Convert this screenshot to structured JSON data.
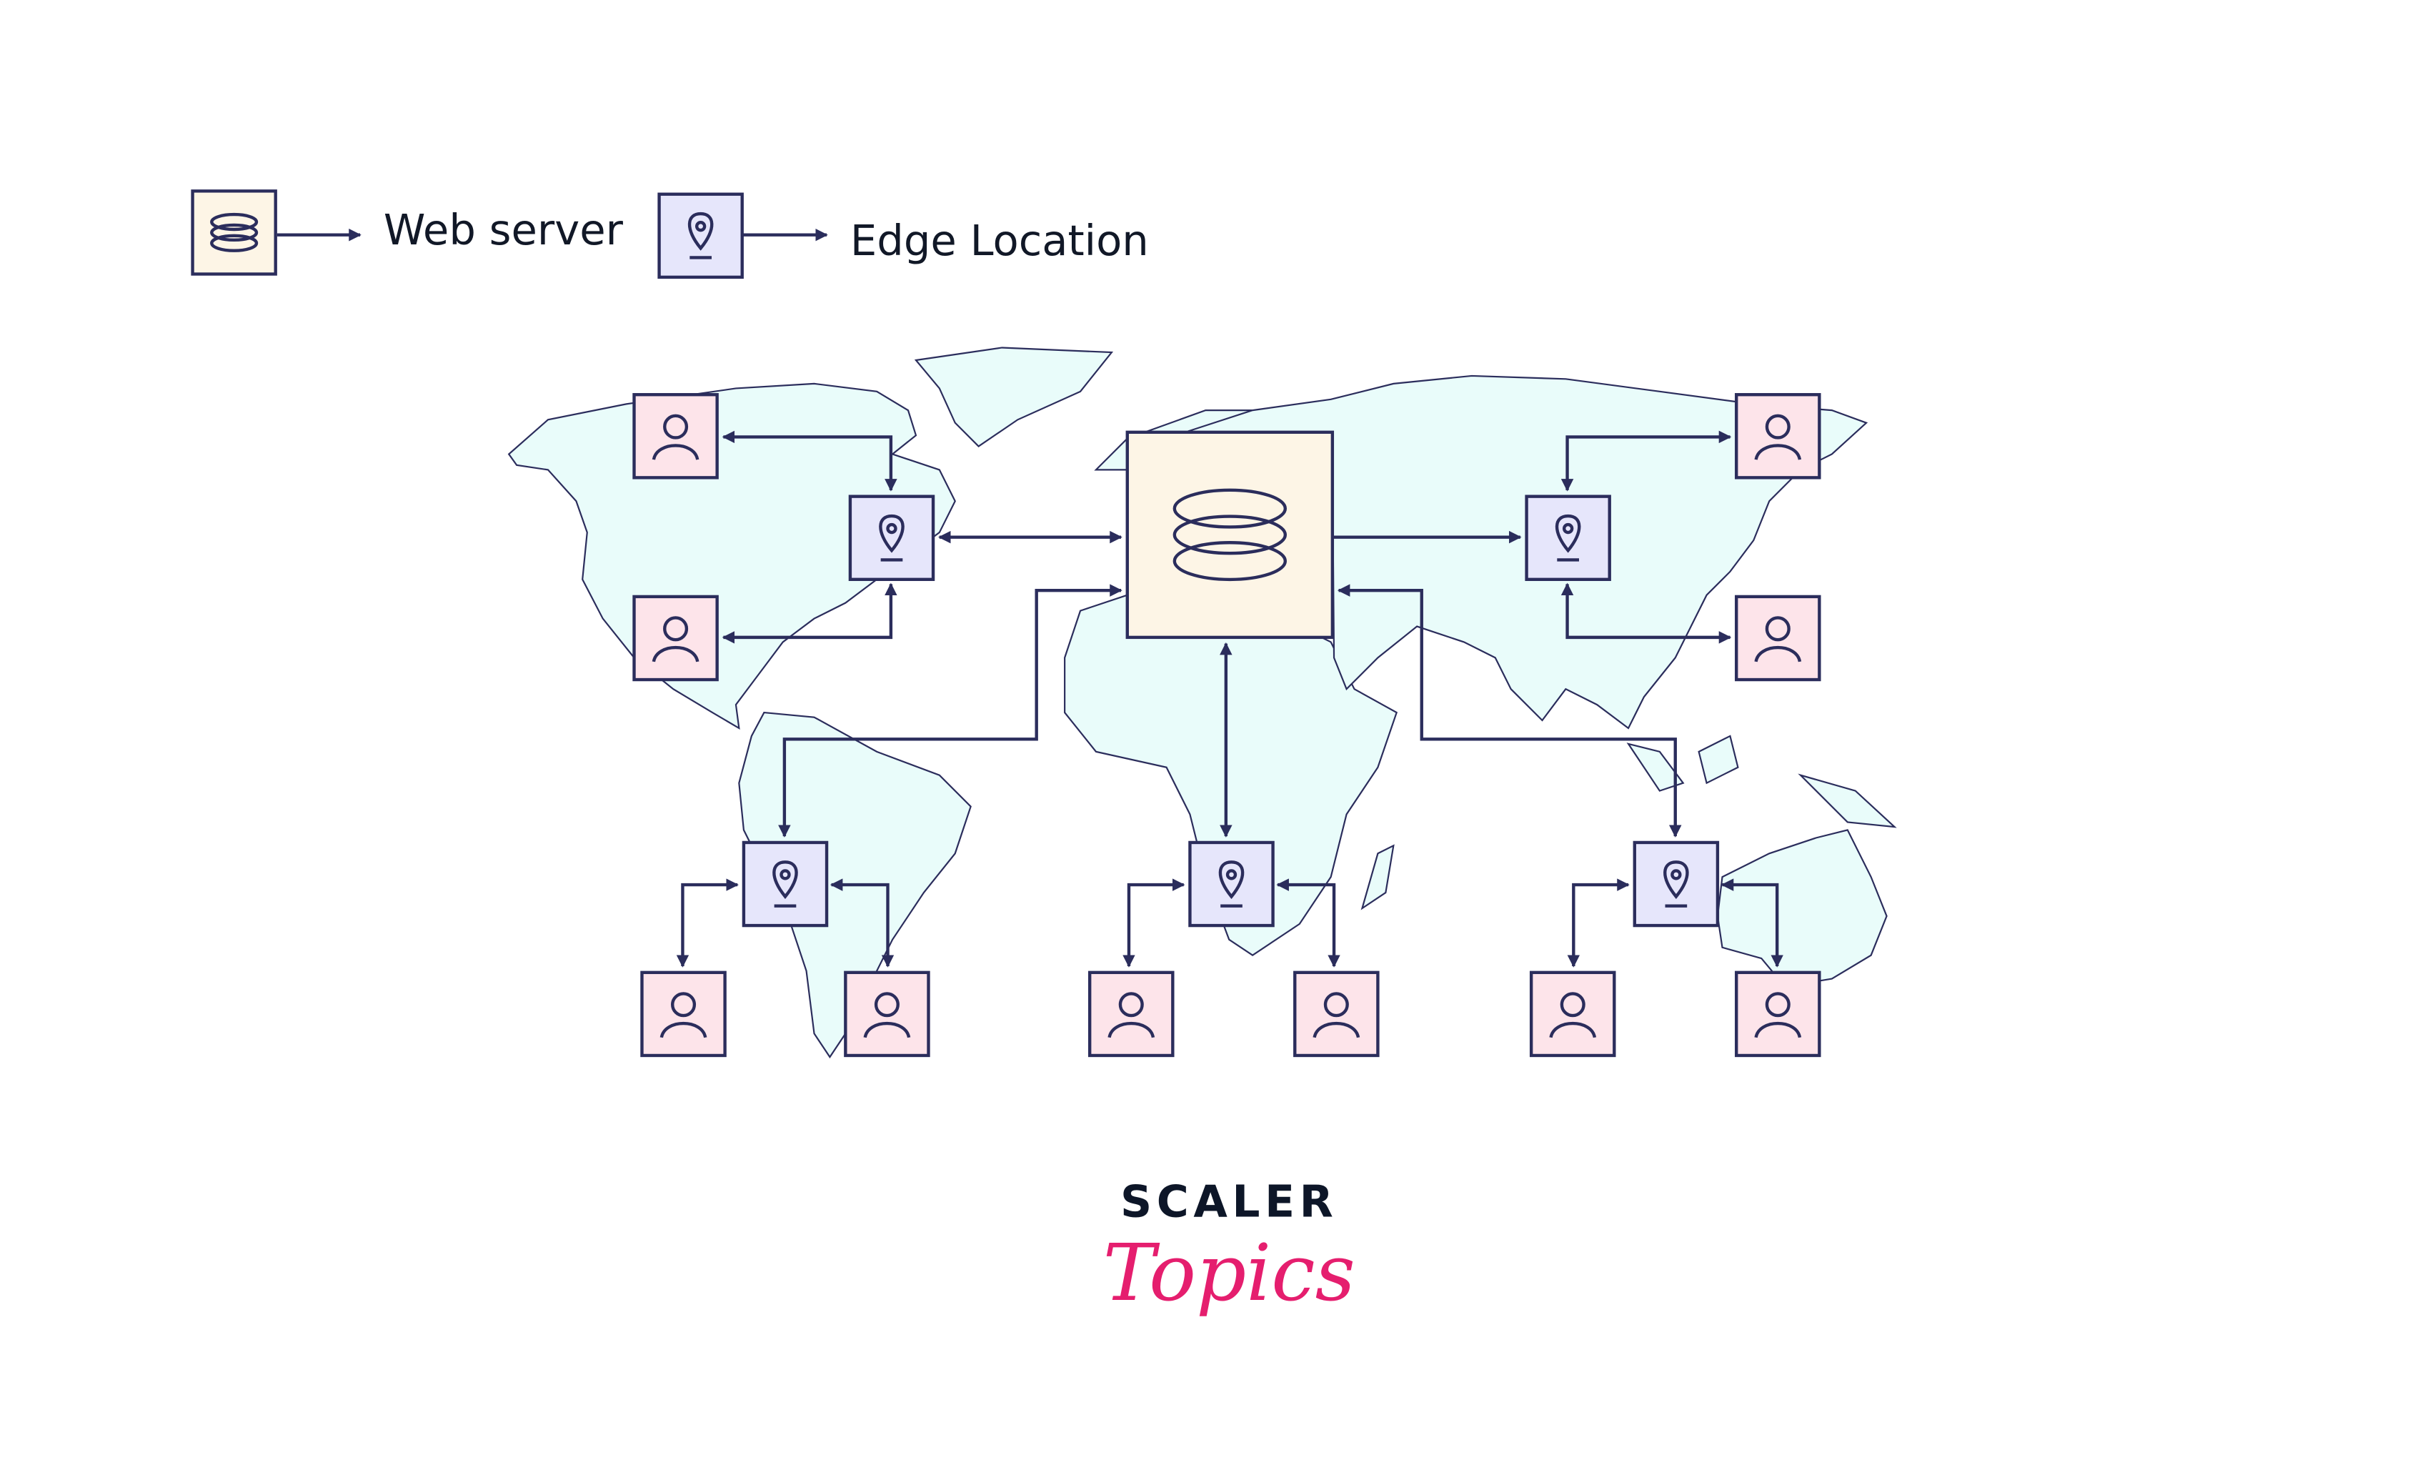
{
  "legend": {
    "web_server_label": "Web server",
    "edge_location_label": "Edge Location"
  },
  "logo": {
    "line1": "SCALER",
    "line2": "Topics"
  },
  "colors": {
    "stroke": "#2b2d5c",
    "web_server_fill": "#fdf5e6",
    "edge_fill": "#e6e6fb",
    "user_fill": "#fde4ea",
    "land_fill": "#e9fcfa",
    "logo_pink": "#e51e6e"
  },
  "nodes": {
    "web_server": {
      "type": "web-server",
      "region": "central"
    },
    "edges": [
      {
        "type": "edge-location",
        "region": "north-america",
        "users": 2
      },
      {
        "type": "edge-location",
        "region": "asia",
        "users": 2
      },
      {
        "type": "edge-location",
        "region": "south-america",
        "users": 2
      },
      {
        "type": "edge-location",
        "region": "africa",
        "users": 2
      },
      {
        "type": "edge-location",
        "region": "australia",
        "users": 2
      }
    ]
  }
}
